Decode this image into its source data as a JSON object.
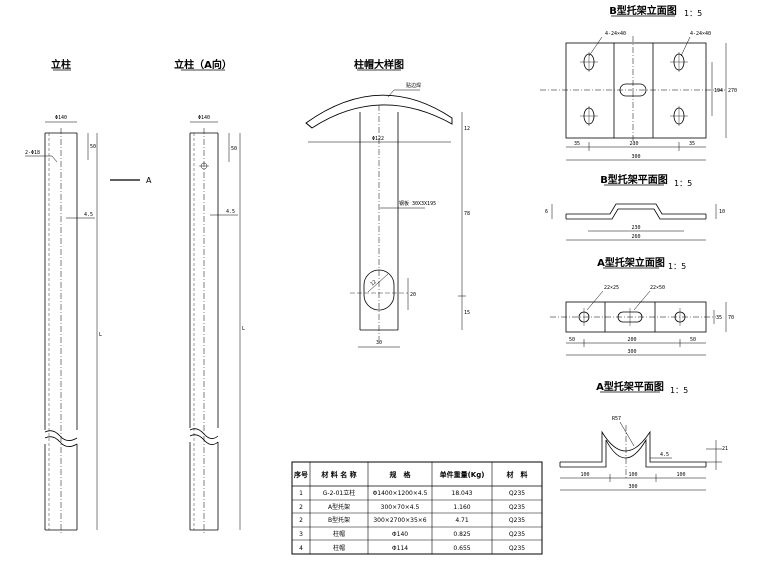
{
  "views": {
    "column": {
      "title": "立柱",
      "hole_label": "2-Φ18",
      "dia_label": "Φ140",
      "top_dim": "50",
      "thick_dim": "4.5",
      "length_dim": "L",
      "section_mark": "A"
    },
    "column_a": {
      "title": "立柱（A向）",
      "dia_label": "Φ140",
      "top_dim": "50",
      "thick_dim": "4.5",
      "length_dim": "L"
    },
    "cap": {
      "title": "柱帽大样图",
      "weld_label": "贴边焊",
      "dia_label": "Φ122",
      "steel_label": "钢板 30X3X195",
      "slot_label": "12",
      "dim_top": "12",
      "dim_mid": "78",
      "dim_slot": "20",
      "dim_bottom": "15",
      "width_dim": "30"
    },
    "b_elev": {
      "title": "B型托架立面图",
      "scale": "1：5",
      "hole_left": "4-24×40",
      "hole_right": "4-24×40",
      "dim_35a": "35",
      "dim_230": "230",
      "dim_35b": "35",
      "dim_300": "300",
      "dim_h1": "194",
      "dim_h2": "270"
    },
    "b_plan": {
      "title": "B型托架平面图",
      "scale": "1：5",
      "dim_230": "230",
      "dim_260": "260",
      "dim_6": "6",
      "dim_r": "10"
    },
    "a_elev": {
      "title": "A型托架立面图",
      "scale": "1：5",
      "hole_left": "22×25",
      "hole_right": "22×50",
      "dim_50a": "50",
      "dim_200": "200",
      "dim_50b": "50",
      "dim_300": "300",
      "dim_h1": "35",
      "dim_h2": "70"
    },
    "a_plan": {
      "title": "A型托架平面图",
      "scale": "1：5",
      "radius": "R57",
      "dim_100a": "100",
      "dim_100b": "100",
      "dim_100c": "100",
      "dim_300": "300",
      "thick": "4.5",
      "dim_21": "21"
    }
  },
  "table": {
    "headers": [
      "序号",
      "材 料 名 称",
      "规　格",
      "单件重量(Kg)",
      "材　料"
    ],
    "rows": [
      [
        "1",
        "G-2-01立柱",
        "Φ1400×1200×4.5",
        "18.043",
        "Q235"
      ],
      [
        "2",
        "A型托架",
        "300×70×4.5",
        "1.160",
        "Q235"
      ],
      [
        "2",
        "B型托架",
        "300×2700×35×6",
        "4.71",
        "Q235"
      ],
      [
        "3",
        "柱帽",
        "Φ140",
        "0.825",
        "Q235"
      ],
      [
        "4",
        "柱帽",
        "Φ114",
        "0.655",
        "Q235"
      ]
    ]
  }
}
